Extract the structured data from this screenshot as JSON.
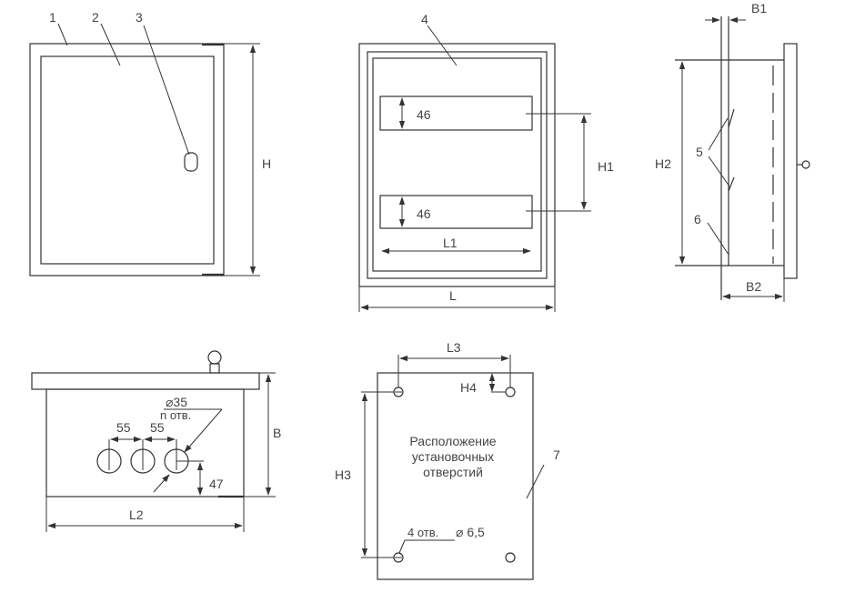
{
  "callouts": {
    "c1": "1",
    "c2": "2",
    "c3": "3",
    "c4": "4",
    "c5": "5",
    "c6": "6",
    "c7": "7"
  },
  "dimensions": {
    "H": "H",
    "H1": "H1",
    "H2": "H2",
    "H3": "H3",
    "H4": "H4",
    "L": "L",
    "L1": "L1",
    "L2": "L2",
    "L3": "L3",
    "B": "B",
    "B1": "B1",
    "B2": "B2",
    "rail_height_top": "46",
    "rail_height_bottom": "46",
    "hole_spacing_1": "55",
    "hole_spacing_2": "55",
    "hole_offset": "47",
    "hole_diameter": "⌀35",
    "hole_count": "n отв.",
    "mount_hole_count": "4 отв.",
    "mount_hole_diameter": "⌀ 6,5"
  },
  "mounting_caption": [
    "Расположение",
    "установочных",
    "отверстий"
  ]
}
